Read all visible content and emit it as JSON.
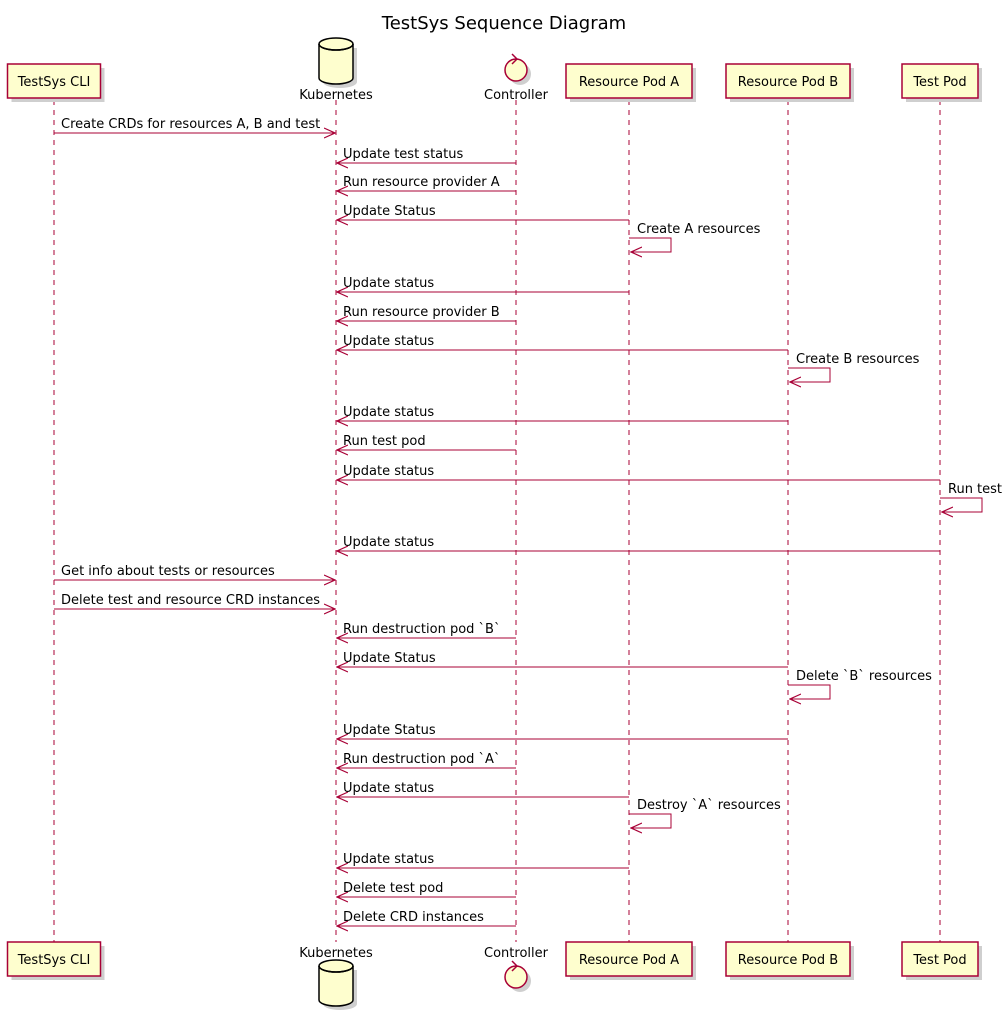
{
  "diagram": {
    "title": "TestSys Sequence Diagram",
    "colors": {
      "participant_fill": "#FEFECE",
      "participant_border": "#A80036",
      "arrow": "#A80036"
    },
    "participants": [
      {
        "id": "cli",
        "label": "TestSys CLI",
        "shape": "box"
      },
      {
        "id": "k8s",
        "label": "Kubernetes",
        "shape": "database"
      },
      {
        "id": "ctrl",
        "label": "Controller",
        "shape": "control"
      },
      {
        "id": "rpa",
        "label": "Resource Pod A",
        "shape": "box"
      },
      {
        "id": "rpb",
        "label": "Resource Pod B",
        "shape": "box"
      },
      {
        "id": "tp",
        "label": "Test Pod",
        "shape": "box"
      }
    ],
    "messages": [
      {
        "from": "cli",
        "to": "k8s",
        "text": "Create CRDs for resources A, B and test"
      },
      {
        "from": "ctrl",
        "to": "k8s",
        "text": "Update test status"
      },
      {
        "from": "ctrl",
        "to": "k8s",
        "text": "Run resource provider A"
      },
      {
        "from": "rpa",
        "to": "k8s",
        "text": "Update Status"
      },
      {
        "from": "rpa",
        "to": "rpa",
        "text": "Create A resources"
      },
      {
        "from": "rpa",
        "to": "k8s",
        "text": "Update status"
      },
      {
        "from": "ctrl",
        "to": "k8s",
        "text": "Run resource provider B"
      },
      {
        "from": "rpb",
        "to": "k8s",
        "text": "Update status"
      },
      {
        "from": "rpb",
        "to": "rpb",
        "text": "Create B resources"
      },
      {
        "from": "rpb",
        "to": "k8s",
        "text": "Update status"
      },
      {
        "from": "ctrl",
        "to": "k8s",
        "text": "Run test pod"
      },
      {
        "from": "tp",
        "to": "k8s",
        "text": "Update status"
      },
      {
        "from": "tp",
        "to": "tp",
        "text": "Run test"
      },
      {
        "from": "tp",
        "to": "k8s",
        "text": "Update status"
      },
      {
        "from": "cli",
        "to": "k8s",
        "text": "Get info about tests or resources"
      },
      {
        "from": "cli",
        "to": "k8s",
        "text": "Delete test and resource CRD instances"
      },
      {
        "from": "ctrl",
        "to": "k8s",
        "text": "Run destruction pod `B`"
      },
      {
        "from": "rpb",
        "to": "k8s",
        "text": "Update Status"
      },
      {
        "from": "rpb",
        "to": "rpb",
        "text": "Delete `B` resources"
      },
      {
        "from": "rpb",
        "to": "k8s",
        "text": "Update Status"
      },
      {
        "from": "ctrl",
        "to": "k8s",
        "text": "Run destruction pod `A`"
      },
      {
        "from": "rpa",
        "to": "k8s",
        "text": "Update status"
      },
      {
        "from": "rpa",
        "to": "rpa",
        "text": "Destroy `A` resources"
      },
      {
        "from": "rpa",
        "to": "k8s",
        "text": "Update status"
      },
      {
        "from": "ctrl",
        "to": "k8s",
        "text": "Delete test pod"
      },
      {
        "from": "ctrl",
        "to": "k8s",
        "text": "Delete CRD instances"
      }
    ]
  }
}
